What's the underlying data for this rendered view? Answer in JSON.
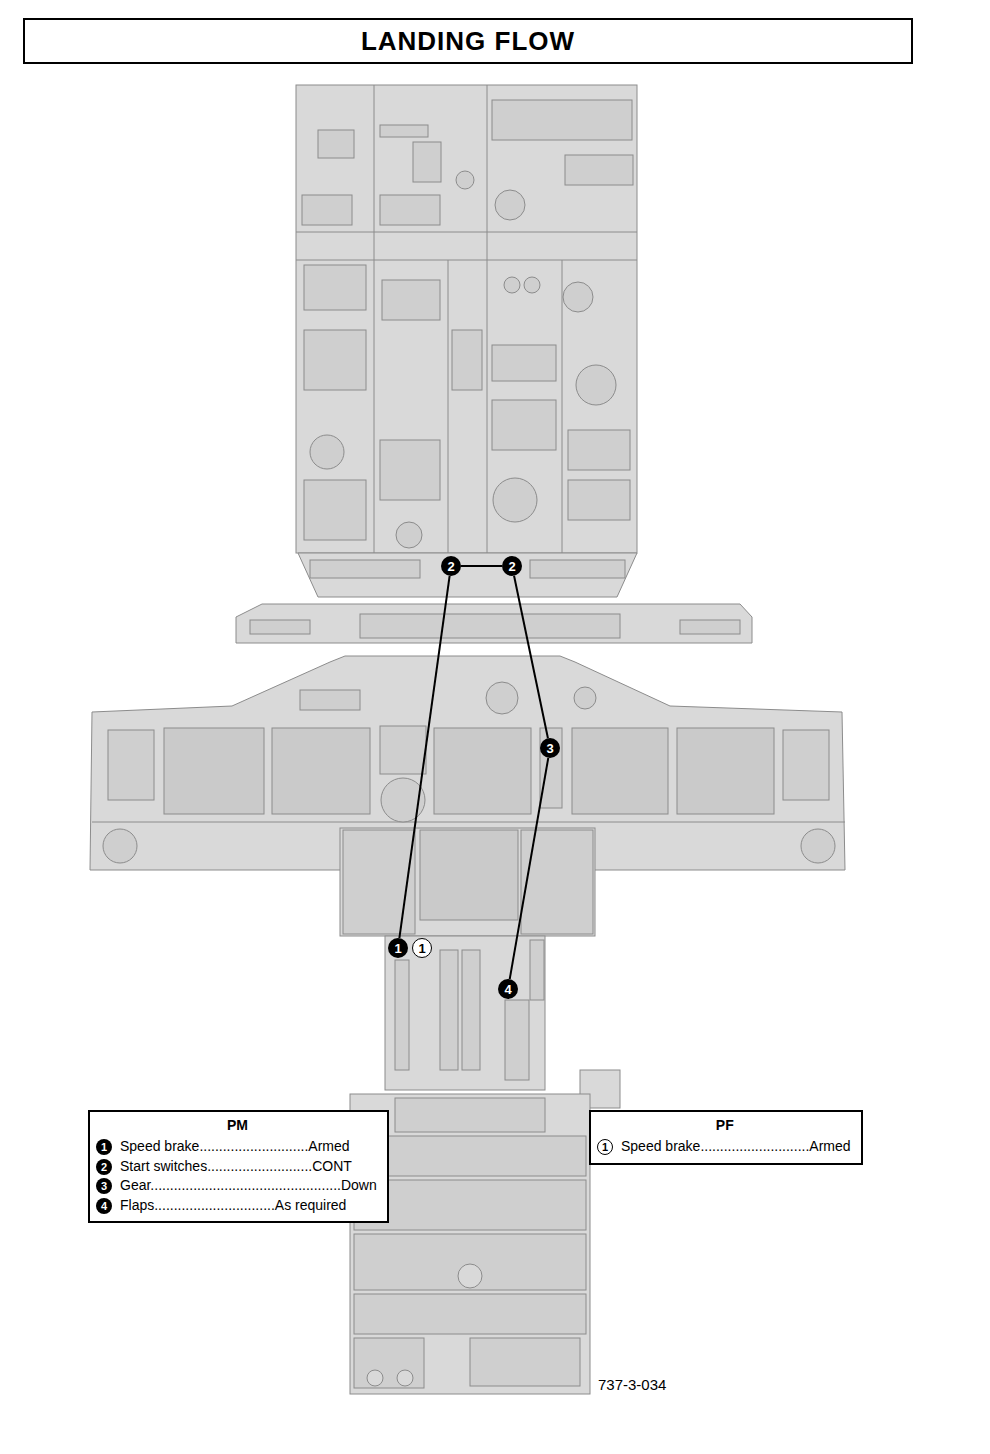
{
  "diagram": {
    "title": "LANDING FLOW",
    "nodes": [
      {
        "text": [
          "2"
        ]
      },
      {
        "text": [
          "2"
        ]
      },
      {
        "text": [
          "3"
        ]
      },
      {
        "text": [
          "1"
        ]
      },
      {
        "text": [
          "1"
        ]
      },
      {
        "text": [
          "4"
        ]
      },
      {
        "text": [
          "PM",
          "Speed brake............................Armed",
          "Start switches...........................CONT",
          "Gear.................................................Down",
          "Flaps...............................As required"
        ]
      },
      {
        "text": [
          "1"
        ],
        "in": 6
      },
      {
        "text": [
          "2"
        ],
        "in": 6
      },
      {
        "text": [
          "3"
        ],
        "in": 6
      },
      {
        "text": [
          "4"
        ],
        "in": 6
      },
      {
        "text": [
          "PF",
          "Speed brake............................Armed"
        ]
      },
      {
        "text": [
          "1"
        ],
        "in": 11
      }
    ],
    "edges": [
      {
        "from": 3,
        "to": 0,
        "arrow": "none"
      },
      {
        "from": 0,
        "to": 1,
        "arrow": "none"
      },
      {
        "from": 1,
        "to": 2,
        "arrow": "none"
      },
      {
        "from": 2,
        "to": 5,
        "arrow": "none"
      }
    ],
    "labels": [
      "737-3-034"
    ]
  }
}
